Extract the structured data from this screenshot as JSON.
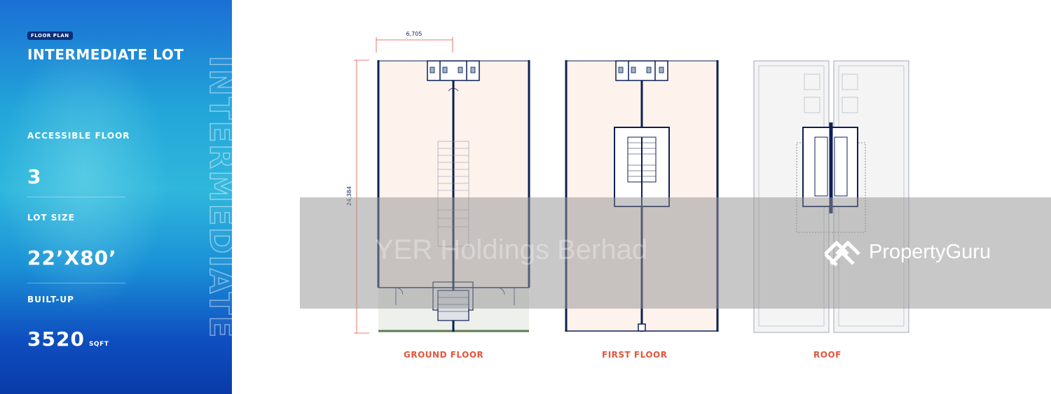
{
  "info": {
    "badge": "FLOOR PLAN",
    "title": "INTERMEDIATE LOT",
    "watermark": "INTERMEDIATE",
    "accessible_label": "ACCESSIBLE FLOOR",
    "accessible_value": "3",
    "lot_size_label": "LOT SIZE",
    "lot_size_value": "22’X80’",
    "builtup_label": "BUILT-UP",
    "builtup_value": "3520",
    "builtup_unit": "SQFT"
  },
  "plans": {
    "ground_label": "GROUND FLOOR",
    "first_label": "FIRST FLOOR",
    "roof_label": "ROOF",
    "width_dim": "6,705",
    "length_dim": "24,384"
  },
  "watermark": {
    "developer_text": "YER Holdings Berhad",
    "brand_text": "PropertyGuru"
  },
  "colors": {
    "wall": "#0b1f55",
    "floor_fill": "#fdf3ec",
    "accent": "#e2553b"
  }
}
